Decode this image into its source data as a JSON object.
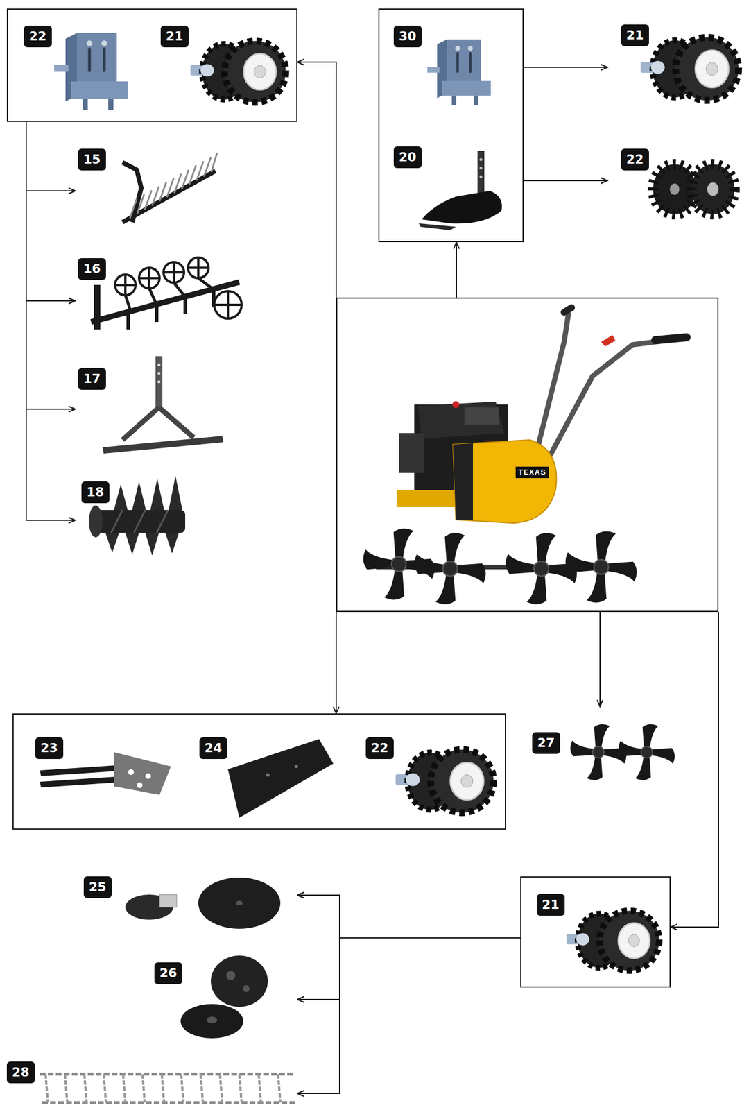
{
  "diagram": {
    "nodes": [
      {
        "text": [
          "22",
          "21"
        ]
      },
      {
        "text": [
          "30",
          "20"
        ]
      },
      {
        "text": [
          "21"
        ]
      },
      {
        "text": [
          "22"
        ]
      },
      {
        "text": [
          "15"
        ]
      },
      {
        "text": [
          "16"
        ]
      },
      {
        "text": [
          "17"
        ]
      },
      {
        "text": [
          "18"
        ]
      },
      {
        "text": [
          "TEXAS"
        ]
      },
      {
        "text": [
          "23",
          "24",
          "22"
        ]
      },
      {
        "text": [
          "27"
        ]
      },
      {
        "text": [
          "21"
        ]
      },
      {
        "text": [
          "25"
        ]
      },
      {
        "text": [
          "26"
        ]
      },
      {
        "text": [
          "28"
        ]
      }
    ],
    "edges": [
      {
        "from": 8,
        "to": 0,
        "arrow": "to"
      },
      {
        "from": 8,
        "to": 1,
        "arrow": "to"
      },
      {
        "from": 1,
        "to": 2,
        "arrow": "to"
      },
      {
        "from": 1,
        "to": 3,
        "arrow": "to"
      },
      {
        "from": 0,
        "to": 4,
        "arrow": "to"
      },
      {
        "from": 0,
        "to": 5,
        "arrow": "to"
      },
      {
        "from": 0,
        "to": 6,
        "arrow": "to"
      },
      {
        "from": 0,
        "to": 7,
        "arrow": "to"
      },
      {
        "from": 8,
        "to": 9,
        "arrow": "to"
      },
      {
        "from": 8,
        "to": 10,
        "arrow": "to"
      },
      {
        "from": 8,
        "to": 11,
        "arrow": "to"
      },
      {
        "from": 11,
        "to": 12,
        "arrow": "to"
      },
      {
        "from": 11,
        "to": 13,
        "arrow": "to"
      },
      {
        "from": 11,
        "to": 14,
        "arrow": "to"
      }
    ]
  }
}
